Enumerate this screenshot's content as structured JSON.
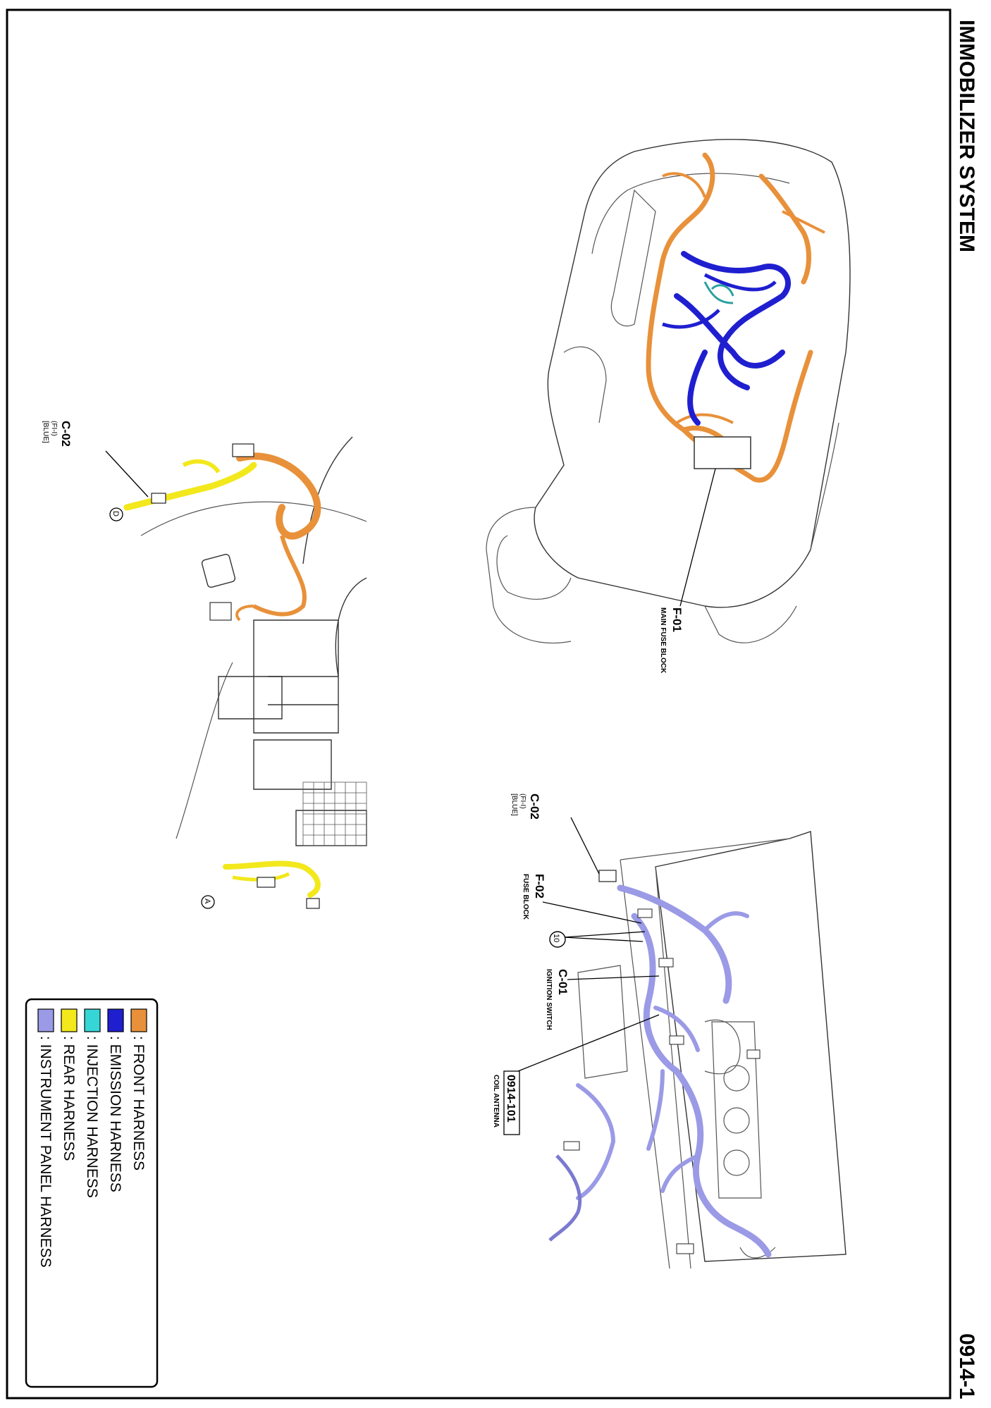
{
  "page": {
    "title": "IMMOBILIZER SYSTEM",
    "page_number": "0914-1"
  },
  "colors": {
    "front": "#e8913a",
    "emission": "#1f1fd0",
    "injection": "#36d6d6",
    "rear": "#f2e81c",
    "instrument": "#9a9ae6",
    "outline": "#333333"
  },
  "legend": [
    {
      "color_key": "front",
      "label": ": FRONT HARNESS"
    },
    {
      "color_key": "emission",
      "label": ": EMISSION HARNESS"
    },
    {
      "color_key": "injection",
      "label": ": INJECTION HARNESS"
    },
    {
      "color_key": "rear",
      "label": ": REAR HARNESS"
    },
    {
      "color_key": "instrument",
      "label": ": INSTRUMENT PANEL HARNESS"
    }
  ],
  "callouts": {
    "f01": {
      "code": "F-01",
      "name": "MAIN FUSE BLOCK"
    },
    "c02_left": {
      "code": "C-02",
      "pins": "(FI-I)",
      "color": "[BLUE]"
    },
    "c02_right": {
      "code": "C-02",
      "pins": "(FI-I)",
      "color": "[BLUE]"
    },
    "f02": {
      "code": "F-02",
      "name": "FUSE BLOCK"
    },
    "c01": {
      "code": "C-01",
      "name": "IGNITION SWITCH"
    },
    "coil": {
      "code": "0914-101",
      "name": "COIL ANTENNA"
    },
    "ground": {
      "symbol": "10"
    },
    "connector_d": {
      "letter": "D"
    },
    "connector_a": {
      "letter": "A"
    }
  }
}
